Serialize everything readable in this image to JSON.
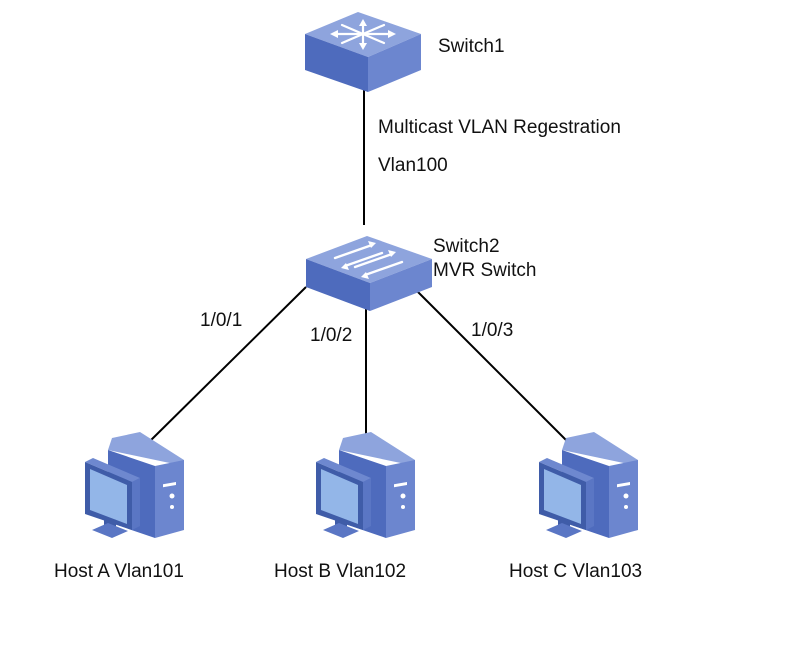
{
  "diagram": {
    "switch1": {
      "name": "Switch1",
      "icon": "multilayer-switch-icon"
    },
    "link_label_1": "Multicast VLAN Regestration",
    "link_label_2": "Vlan100",
    "switch2": {
      "name": "Switch2",
      "role": "MVR Switch",
      "icon": "switch-icon"
    },
    "ports": [
      "1/0/1",
      "1/0/2",
      "1/0/3"
    ],
    "hosts": [
      {
        "label": "Host A Vlan101",
        "icon": "pc-icon"
      },
      {
        "label": "Host B Vlan102",
        "icon": "pc-icon"
      },
      {
        "label": "Host C Vlan103",
        "icon": "pc-icon"
      }
    ],
    "colors": {
      "device_top": "#7f97d6",
      "device_front": "#5673c2",
      "device_side": "#3f5ca8",
      "screen": "#8fb4e6",
      "link": "#000000"
    }
  }
}
